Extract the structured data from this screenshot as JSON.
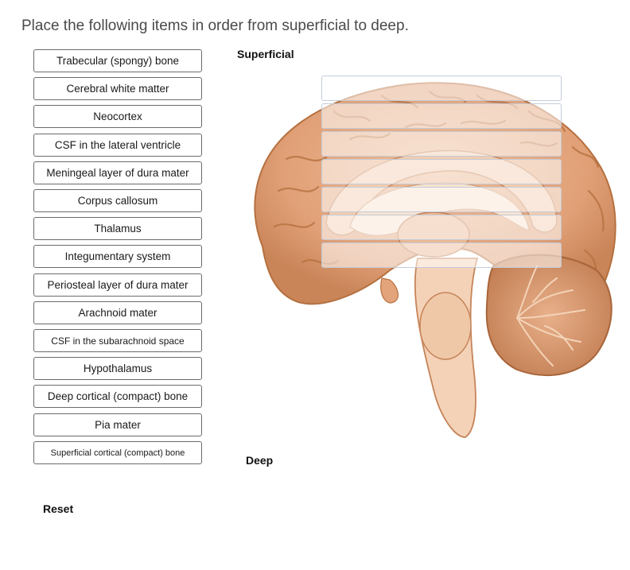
{
  "instructions": "Place the following items in order from superficial to deep.",
  "items": [
    {
      "label": "Trabecular (spongy) bone"
    },
    {
      "label": "Cerebral white matter"
    },
    {
      "label": "Neocortex"
    },
    {
      "label": "CSF in the lateral ventricle"
    },
    {
      "label": "Meningeal layer of dura mater"
    },
    {
      "label": "Corpus callosum"
    },
    {
      "label": "Thalamus"
    },
    {
      "label": "Integumentary system"
    },
    {
      "label": "Periosteal layer of dura mater"
    },
    {
      "label": "Arachnoid mater"
    },
    {
      "label": "CSF in the subarachnoid space"
    },
    {
      "label": "Hypothalamus"
    },
    {
      "label": "Deep cortical (compact) bone"
    },
    {
      "label": "Pia mater"
    },
    {
      "label": "Superficial cortical (compact) bone"
    }
  ],
  "sort_panel": {
    "top_label": "Superficial",
    "bottom_label": "Deep"
  },
  "reset_label": "Reset",
  "colors": {
    "brain_outer": "#c98458",
    "brain_fill": "#e6ad84",
    "brain_light": "#f3d3b8",
    "item_border": "#6b6b6b"
  }
}
